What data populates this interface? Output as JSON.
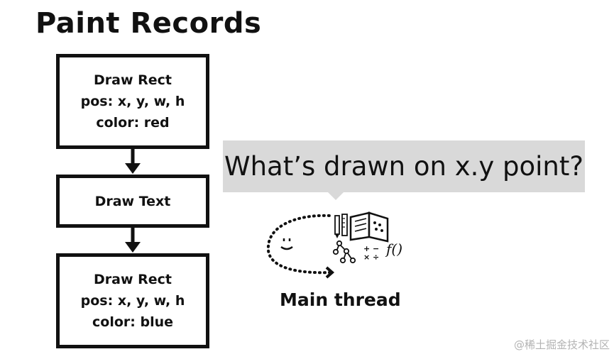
{
  "title": "Paint Records",
  "records": [
    {
      "lines": [
        "Draw Rect",
        "pos: x, y, w, h",
        "color: red"
      ]
    },
    {
      "lines": [
        "Draw Text"
      ]
    },
    {
      "lines": [
        "Draw Rect",
        "pos: x, y, w, h",
        "color: blue"
      ]
    }
  ],
  "bubble": {
    "text": "What’s drawn on x.y point?",
    "color": "#d9d9d9"
  },
  "main_thread": {
    "label": "Main thread",
    "math_text": "+ −\n× ÷",
    "func_text": "f()"
  },
  "watermark": "@稀土掘金技术社区",
  "colors": {
    "stroke": "#111111",
    "background": "#ffffff",
    "watermark": "#b3b3b3"
  }
}
